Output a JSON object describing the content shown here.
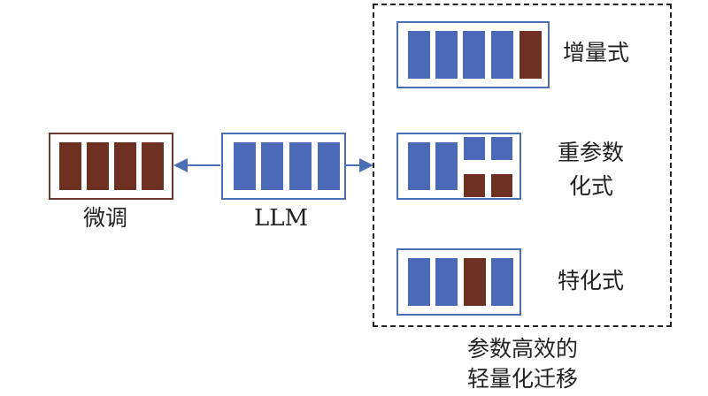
{
  "left_box": {
    "label": "微调",
    "bars": [
      "brown",
      "brown",
      "brown",
      "brown"
    ]
  },
  "center_box": {
    "label": "LLM",
    "bars": [
      "blue",
      "blue",
      "blue",
      "blue"
    ]
  },
  "group": {
    "caption_line1": "参数高效的",
    "caption_line2": "轻量化迁移",
    "methods": [
      {
        "label": "增量式",
        "bars": [
          "blue",
          "blue",
          "blue",
          "blue",
          "brown"
        ]
      },
      {
        "label_line1": "重参数",
        "label_line2": "化式",
        "bars": [
          "blue",
          "blue",
          "split",
          "split"
        ]
      },
      {
        "label": "特化式",
        "bars": [
          "blue",
          "blue",
          "brown",
          "blue"
        ]
      }
    ]
  },
  "colors": {
    "blue": "#4a6ab8",
    "brown": "#6e3021",
    "blue_border": "#4a6fb5",
    "brown_border": "#6b3a2c"
  }
}
